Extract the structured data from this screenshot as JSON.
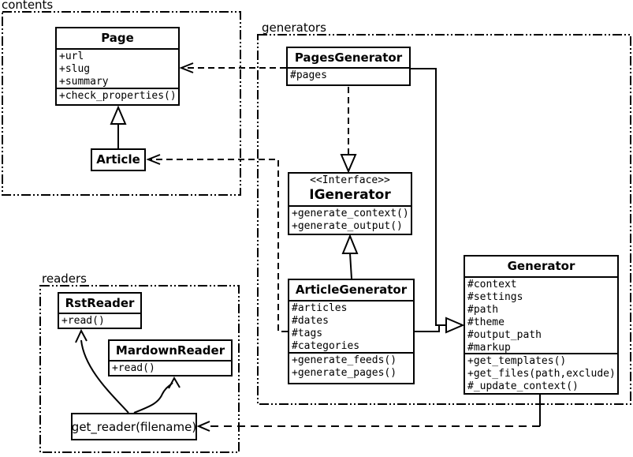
{
  "packages": {
    "contents": {
      "label": "contents"
    },
    "generators": {
      "label": "generators"
    },
    "readers": {
      "label": "readers"
    }
  },
  "classes": {
    "page": {
      "title": "Page",
      "attrs": [
        "+url",
        "+slug",
        "+summary"
      ],
      "methods": [
        "+check_properties()"
      ]
    },
    "article": {
      "title": "Article"
    },
    "pages_generator": {
      "title": "PagesGenerator",
      "attrs": [
        "#pages"
      ]
    },
    "igenerator": {
      "stereotype": "<<Interface>>",
      "title": "IGenerator",
      "methods": [
        "+generate_context()",
        "+generate_output()"
      ]
    },
    "article_generator": {
      "title": "ArticleGenerator",
      "attrs": [
        "#articles",
        "#dates",
        "#tags",
        "#categories"
      ],
      "methods": [
        "+generate_feeds()",
        "+generate_pages()"
      ]
    },
    "generator": {
      "title": "Generator",
      "attrs": [
        "#context",
        "#settings",
        "#path",
        "#theme",
        "#output_path",
        "#markup"
      ],
      "methods": [
        "+get_templates()",
        "+get_files(path,exclude)",
        "#_update_context()"
      ]
    },
    "rst_reader": {
      "title": "RstReader",
      "methods": [
        "+read()"
      ]
    },
    "markdown_reader": {
      "title": "MardownReader",
      "methods": [
        "+read()"
      ]
    },
    "get_reader": {
      "label": "get_reader(filename)"
    }
  },
  "colors": {
    "line": "#000000",
    "background": "#ffffff"
  }
}
